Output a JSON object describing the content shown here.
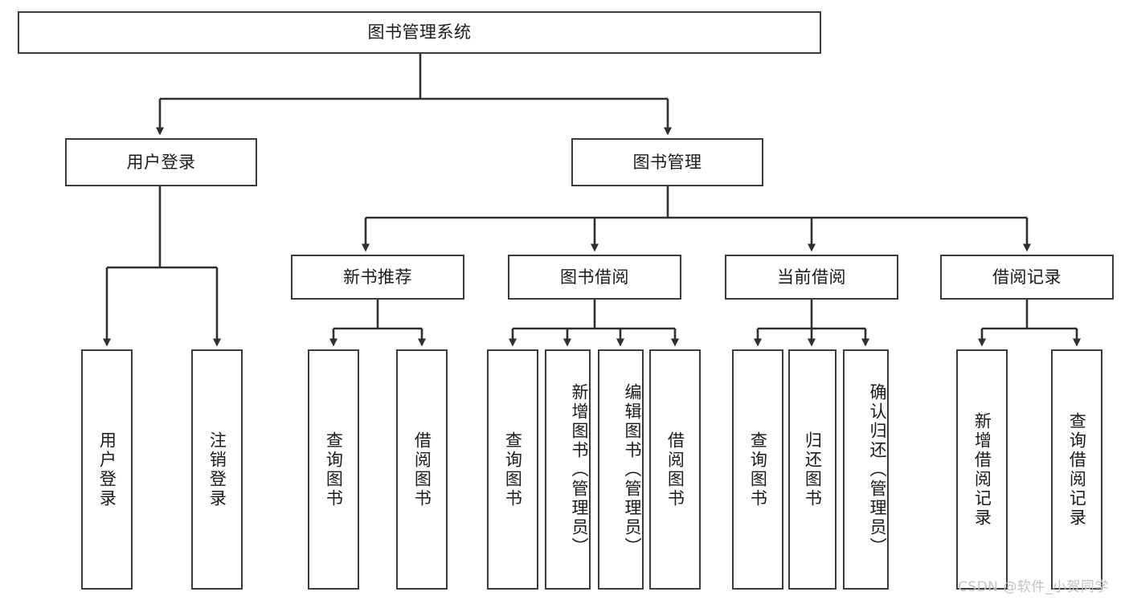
{
  "diagram": {
    "title": "图书管理系统",
    "type": "tree-hierarchy-diagram",
    "root": {
      "label": "图书管理系统"
    },
    "level2": [
      {
        "label": "用户登录"
      },
      {
        "label": "图书管理"
      }
    ],
    "level3": [
      {
        "label": "新书推荐"
      },
      {
        "label": "图书借阅"
      },
      {
        "label": "当前借阅"
      },
      {
        "label": "借阅记录"
      }
    ],
    "leaves": {
      "user_login": [
        {
          "label": "用户登录"
        },
        {
          "label": "注销登录"
        }
      ],
      "new_book_recommend": [
        {
          "label": "查询图书"
        },
        {
          "label": "借阅图书"
        }
      ],
      "book_borrow": [
        {
          "label": "查询图书"
        },
        {
          "label": "新增图书（管理员）"
        },
        {
          "label": "编辑图书（管理员）"
        },
        {
          "label": "借阅图书"
        }
      ],
      "current_borrow": [
        {
          "label": "查询图书"
        },
        {
          "label": "归还图书"
        },
        {
          "label": "确认归还（管理员）"
        }
      ],
      "borrow_record": [
        {
          "label": "新增借阅记录"
        },
        {
          "label": "查询借阅记录"
        }
      ]
    }
  },
  "watermark": {
    "text": "CSDN @软件_小贺同学"
  },
  "colors": {
    "stroke": "#3b3b3b",
    "background": "#ffffff",
    "text": "#1a1a1a",
    "watermark": "#c3c3c3"
  }
}
